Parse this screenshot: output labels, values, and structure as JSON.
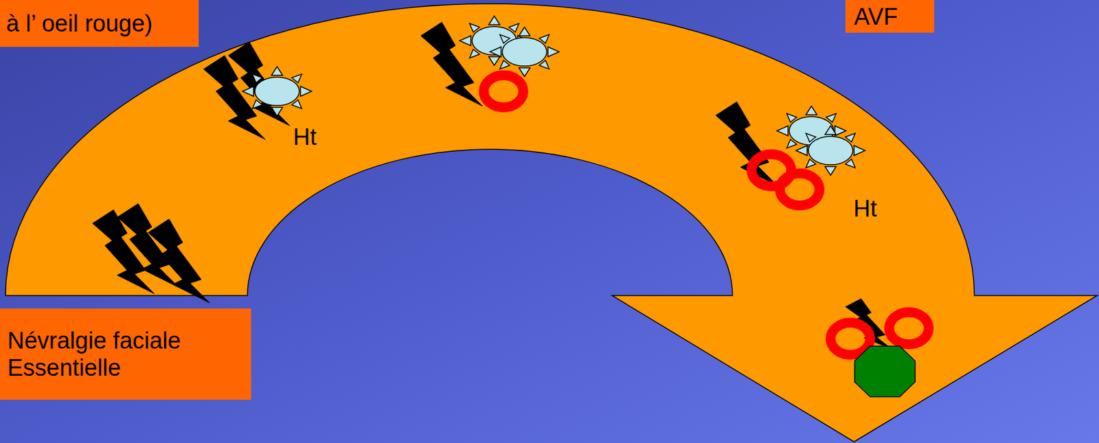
{
  "diagram": {
    "nodes": [
      {
        "text": [
          "à l’ oeil rouge)"
        ]
      },
      {
        "text": [
          "AVF"
        ]
      },
      {
        "text": [
          "Névralgie faciale Essentielle"
        ]
      }
    ],
    "labels": [
      "Ht",
      "Ht"
    ]
  }
}
